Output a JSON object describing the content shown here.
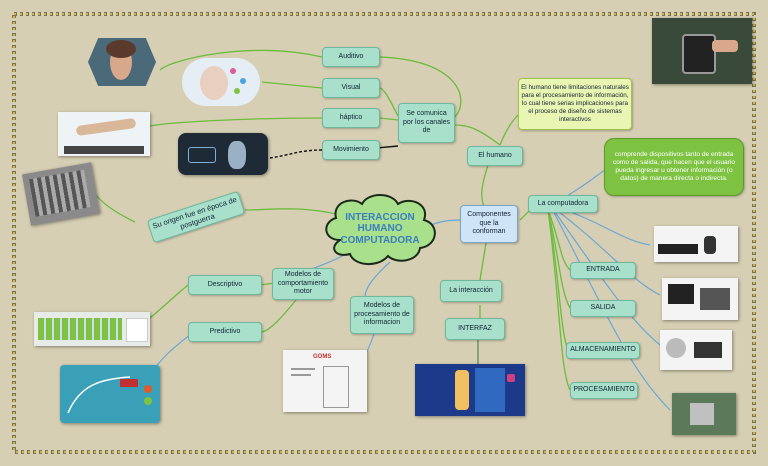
{
  "central": "INTERACCION HUMANO COMPUTADORA",
  "origin": "Su origen fue en época de postguerra",
  "human": {
    "label": "El humano",
    "comm": "Se comunica por los canales de",
    "channels": [
      "Auditivo",
      "Visual",
      "háptico",
      "Movimiento"
    ],
    "limits": "El humano tiene limitaciones naturales para el procesamiento de información, lo cual tiene serias implicaciones para el proceso de diseño de sistemas interactivos"
  },
  "components": "Componentes que la conforman",
  "computer": {
    "label": "La computadora",
    "desc": "comprende dispositivos tanto de entrada como de salida, que hacen que el usuario pueda ingresar u obtener información (o datos) de manera directa o indirecta.",
    "devices": [
      "ENTRADA",
      "SALIDA",
      "ALMACENAMIENTO",
      "PROCESAMIENTO"
    ]
  },
  "interaction": "La interacción",
  "interface": "INTERFAZ",
  "motor": {
    "label": "Modelos de comportamiento motor",
    "types": [
      "Descriptivo",
      "Predictivo"
    ]
  },
  "processing": "Modelos de procesamiento de informacion",
  "goms": "GOMS",
  "colors": {
    "node": "#a8e0cc",
    "accent": "#7ec242",
    "background": "#d6cfb3"
  }
}
